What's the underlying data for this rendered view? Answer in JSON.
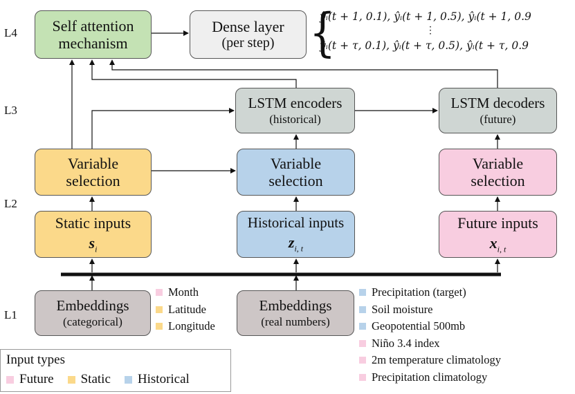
{
  "levels": [
    "L1",
    "L2",
    "L3",
    "L4"
  ],
  "nodes": {
    "self_attention": "Self attention mechanism",
    "dense_title": "Dense layer",
    "dense_sub": "(per step)",
    "lstm_enc_title": "LSTM encoders",
    "lstm_enc_sub": "(historical)",
    "lstm_dec_title": "LSTM decoders",
    "lstm_dec_sub": "(future)",
    "var_sel": "Variable selection",
    "static_title": "Static inputs",
    "static_var": "s",
    "static_sub": "i",
    "hist_title": "Historical inputs",
    "hist_var": "z",
    "hist_sub": "i, t",
    "future_title": "Future inputs",
    "future_var": "x",
    "future_sub": "i, t",
    "emb_cat_title": "Embeddings",
    "emb_cat_sub": "(categorical)",
    "emb_real_title": "Embeddings",
    "emb_real_sub": "(real numbers)"
  },
  "outputs": {
    "line1": "ŷᵢ(t + 1, 0.1), ŷᵢ(t + 1, 0.5), ŷᵢ(t + 1, 0.9",
    "vdots": "⋮",
    "line2": "ŷᵢ(t + τ, 0.1), ŷᵢ(t + τ, 0.5), ŷᵢ(t + τ, 0.9"
  },
  "categorical_features": [
    {
      "label": "Month",
      "type": "future"
    },
    {
      "label": "Latitude",
      "type": "static"
    },
    {
      "label": "Longitude",
      "type": "static"
    }
  ],
  "real_features": [
    {
      "label": "Precipitation (target)",
      "type": "historical"
    },
    {
      "label": "Soil moisture",
      "type": "historical"
    },
    {
      "label": "Geopotential 500mb",
      "type": "historical"
    },
    {
      "label": "Niño 3.4 index",
      "type": "future"
    },
    {
      "label": "2m temperature climatology",
      "type": "future"
    },
    {
      "label": "Precipitation climatology",
      "type": "future"
    }
  ],
  "input_types": {
    "title": "Input types",
    "future": "Future",
    "static": "Static",
    "historical": "Historical"
  },
  "colors": {
    "future": "#f8cde0",
    "static": "#fbd98a",
    "historical": "#b7d2ea",
    "attention": "#c4e2b4",
    "dense": "#efefef",
    "lstm": "#cfd6d3",
    "embeddings": "#cdc6c6"
  }
}
